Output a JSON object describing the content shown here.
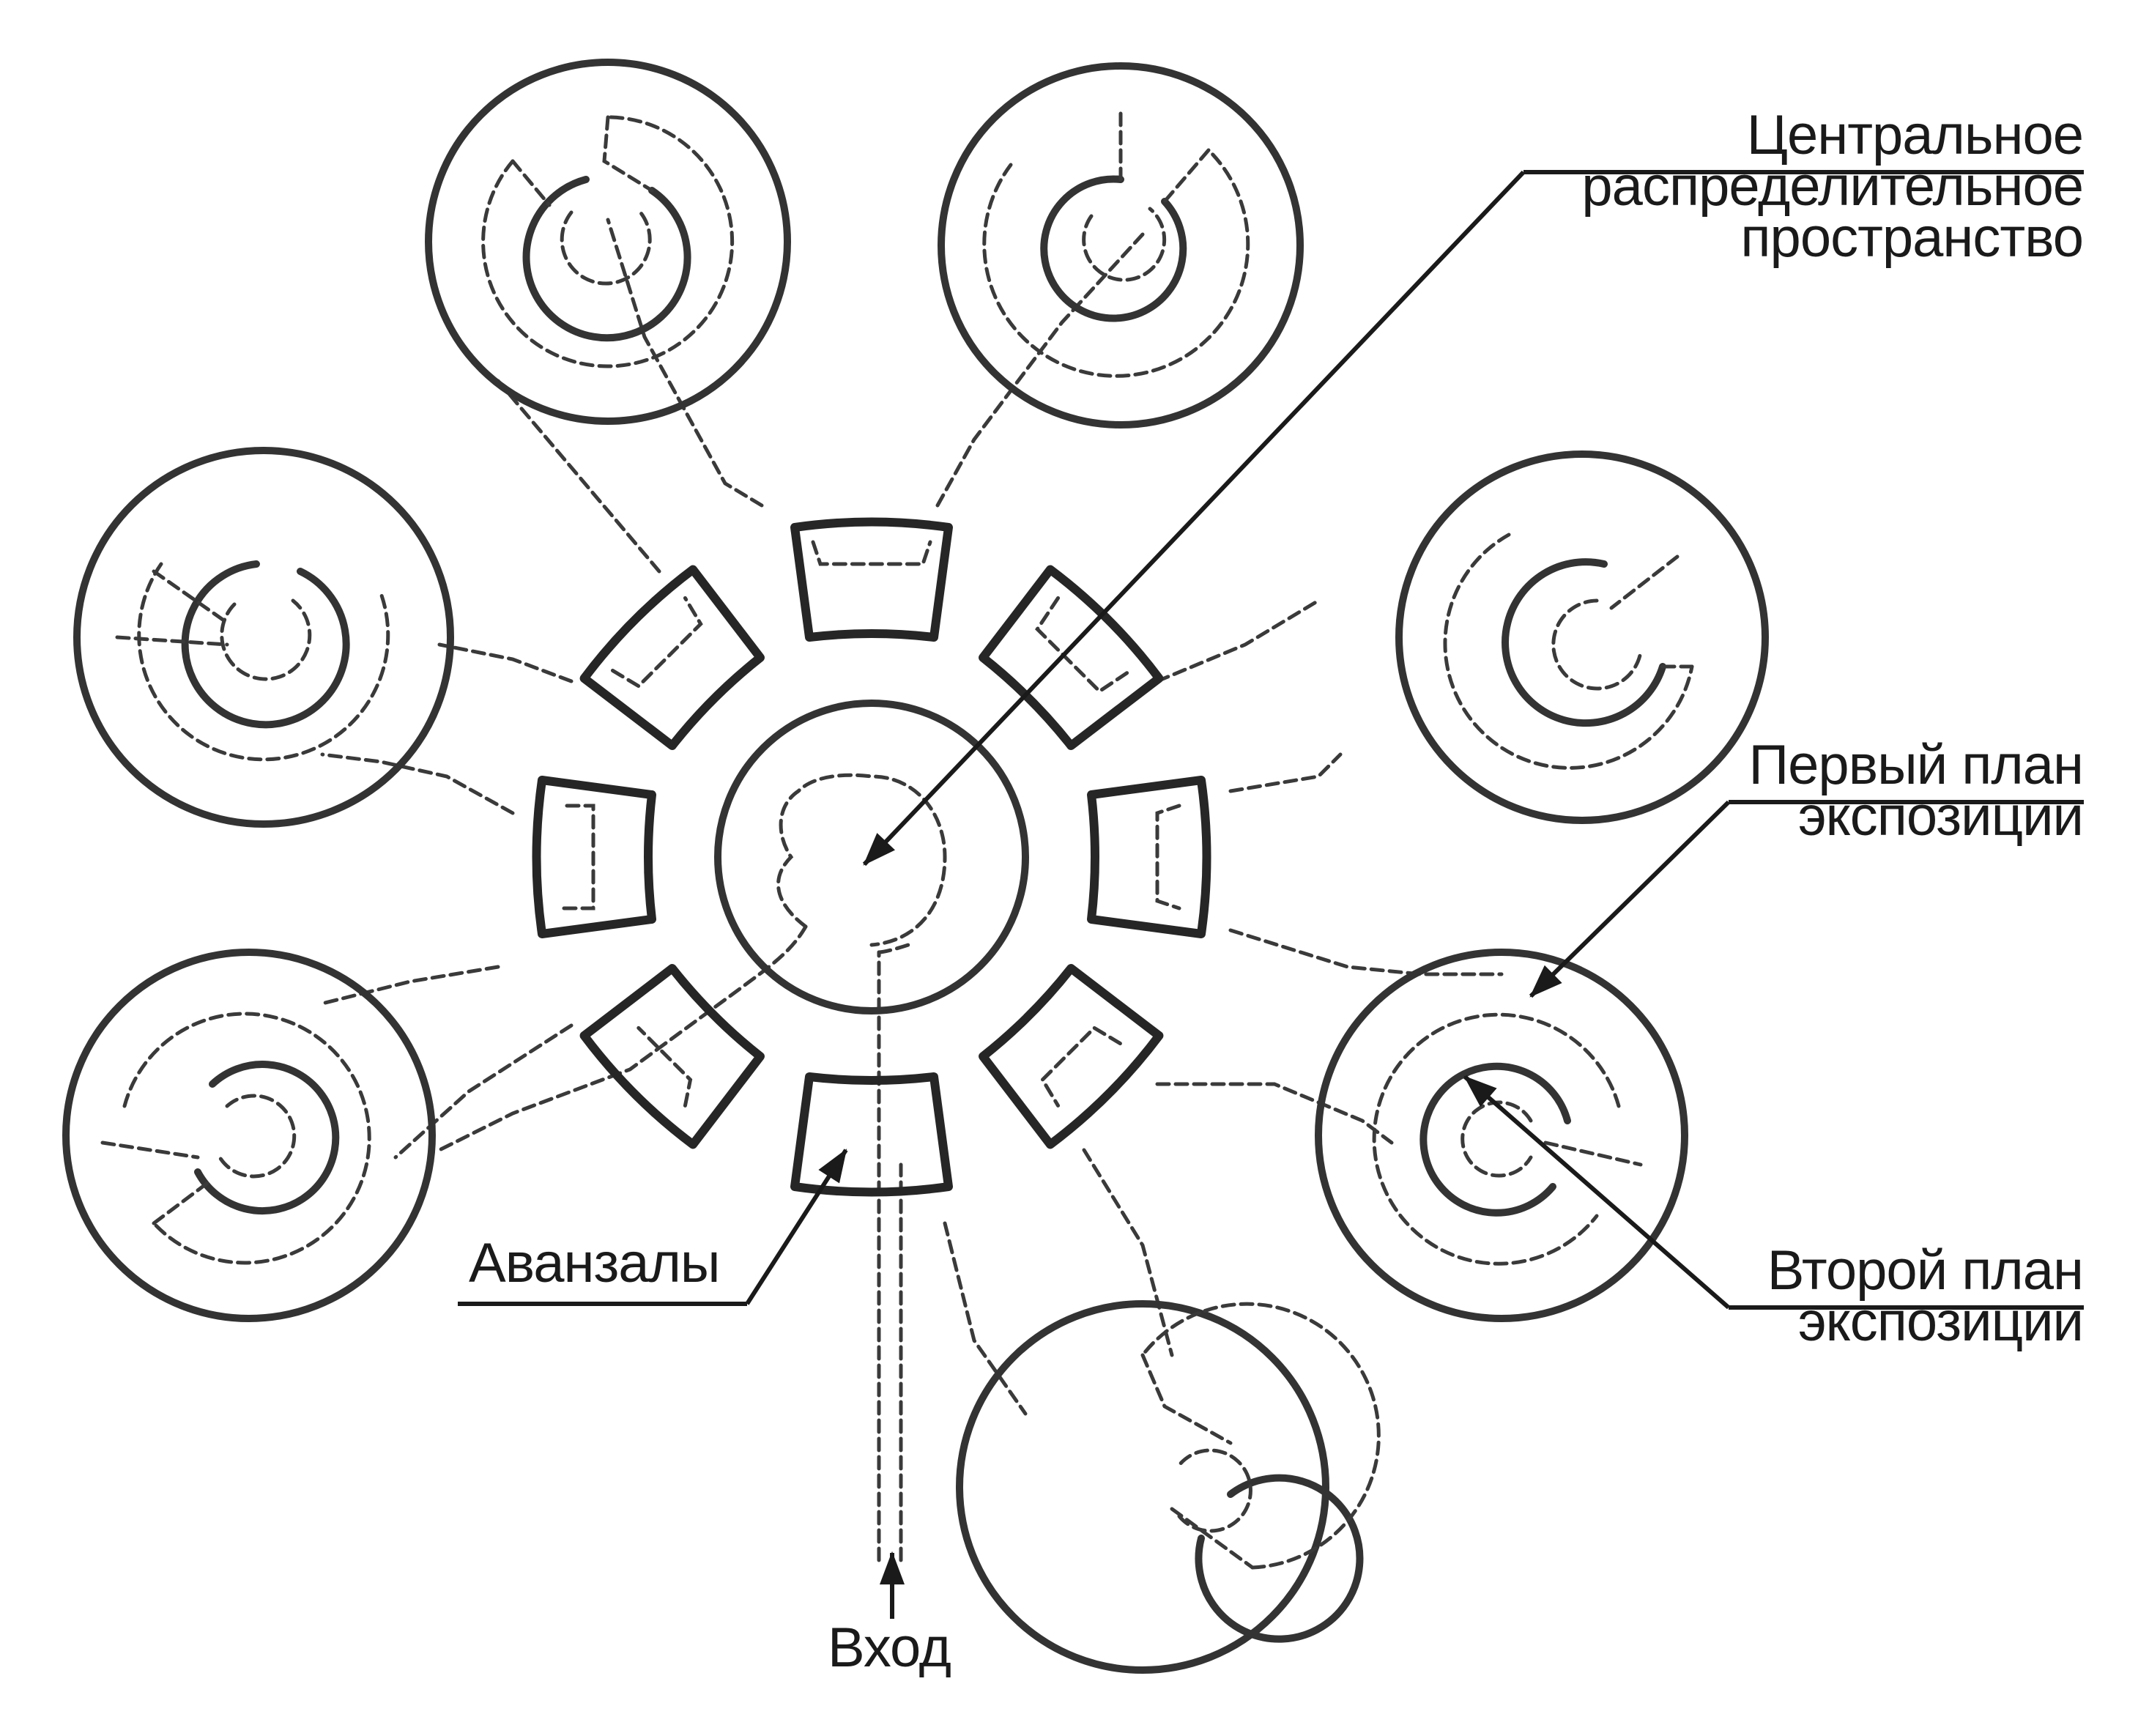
{
  "labels": {
    "central": "Центральное\nраспределительное\nпространство",
    "first_plan": "Первый план\nэкспозиции",
    "second_plan": "Второй план\nэкспозиции",
    "antechambers": "Аванзалы",
    "entrance": "Вход"
  },
  "halls": {
    "count": 8,
    "central_hall": "center",
    "peripheral": "eight circular halls, each joined to the center through an antechamber"
  },
  "colors": {
    "line": "#333333",
    "text": "#1a1a1a",
    "background": "#ffffff"
  }
}
